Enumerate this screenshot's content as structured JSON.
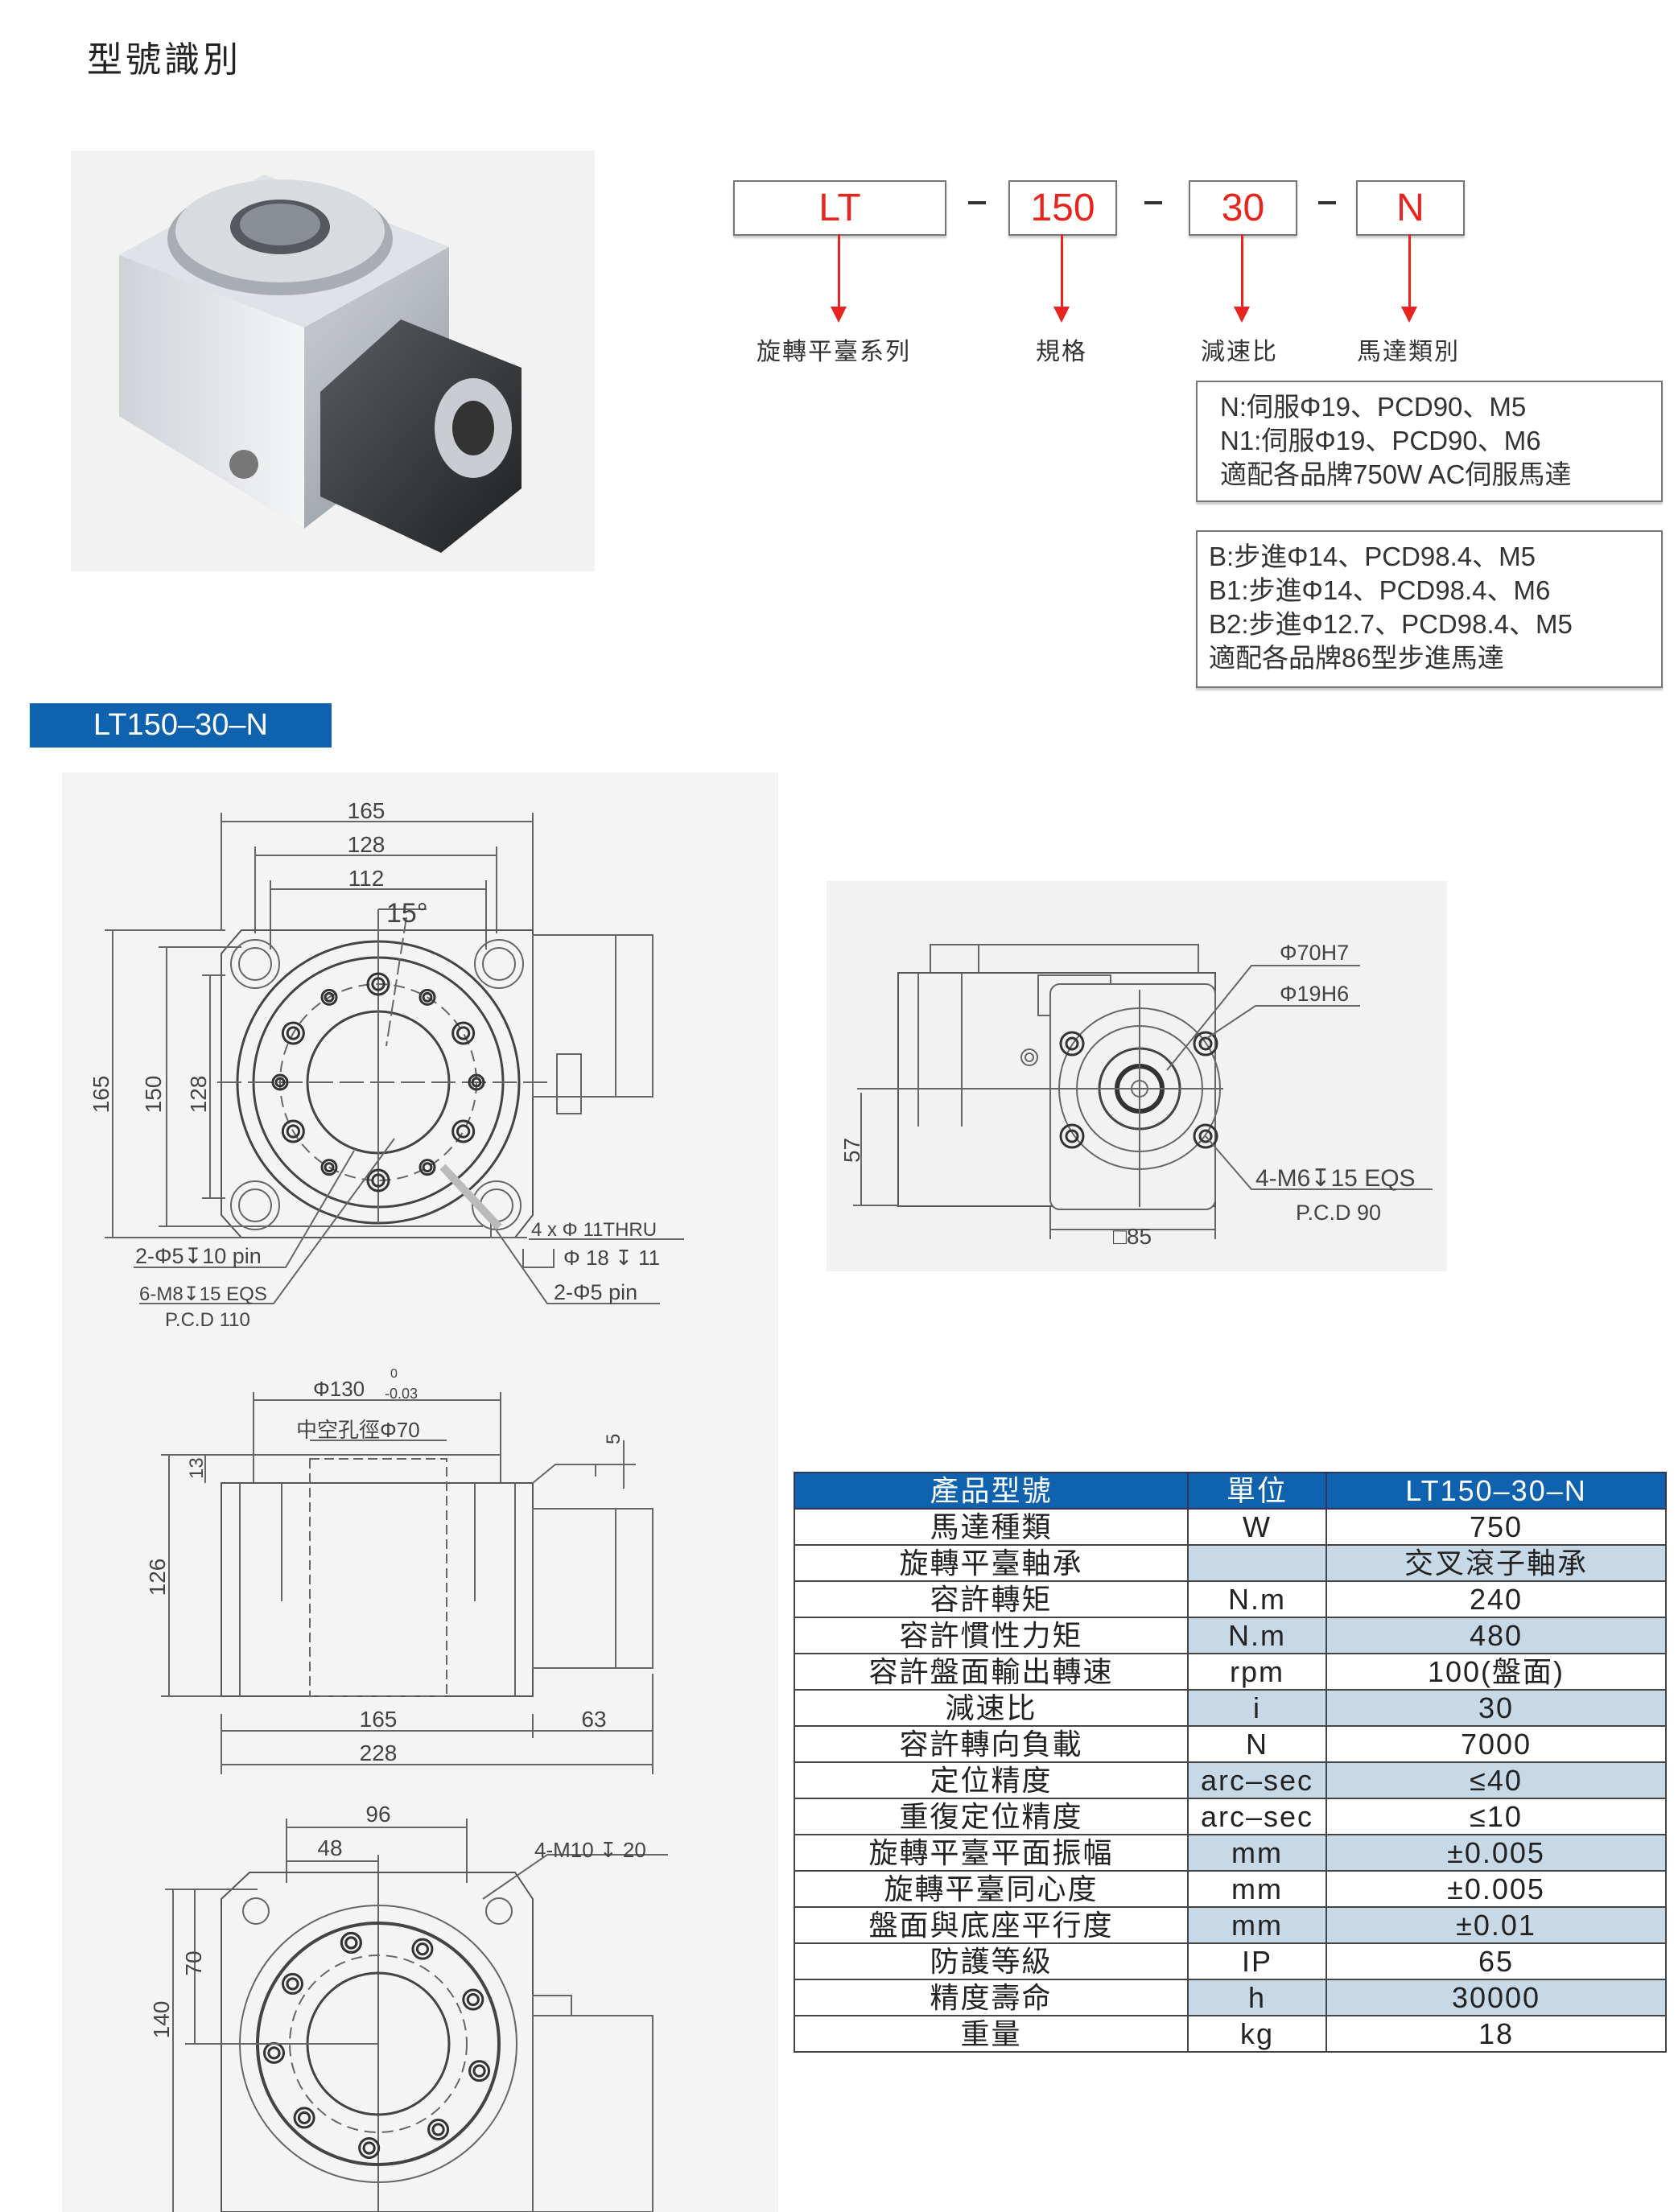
{
  "title": "型號識別",
  "model_code": {
    "segments": [
      "LT",
      "150",
      "30",
      "N"
    ],
    "separator": "–",
    "labels": [
      "旋轉平臺系列",
      "規格",
      "減速比",
      "馬達類別"
    ]
  },
  "servo_note": [
    "N:伺服Φ19、PCD90、M5",
    "N1:伺服Φ19、PCD90、M6",
    "適配各品牌750W AC伺服馬達"
  ],
  "stepper_note": [
    "B:步進Φ14、PCD98.4、M5",
    "B1:步進Φ14、PCD98.4、M6",
    "B2:步進Φ12.7、PCD98.4、M5",
    "適配各品牌86型步進馬達"
  ],
  "model_tag": "LT150–30–N",
  "drawing_top": {
    "dim_165_h": "165",
    "dim_128_h": "128",
    "dim_112": "112",
    "angle": "15°",
    "dim_165_v": "165",
    "dim_150": "150",
    "dim_128_v": "128",
    "pin_note": "2-Φ5↧10 pin",
    "tap_note": "6-M8↧15 EQS",
    "tap_pcd": "P.C.D 110",
    "thru_note": "4 x Φ 11THRU",
    "cbore_note": "Φ 18 ↧ 11",
    "pin2_note": "2-Φ5 pin"
  },
  "drawing_side": {
    "dia130": "Φ130",
    "tol_upper": "0",
    "tol_lower": "-0.03",
    "hollow": "中空孔徑Φ70",
    "dim_5": "5",
    "dim_13": "13",
    "dim_126": "126",
    "dim_165": "165",
    "dim_63": "63",
    "dim_228": "228"
  },
  "drawing_bottom": {
    "dim_96": "96",
    "dim_48": "48",
    "tap_note": "4-M10 ↧ 20",
    "dim_140": "140",
    "dim_70": "70"
  },
  "drawing_motor": {
    "dia70": "Φ70H7",
    "dia19": "Φ19H6",
    "tap_note": "4-M6↧15 EQS",
    "pcd": "P.C.D 90",
    "dim_57": "57",
    "dim_85": "□85"
  },
  "spec_table": {
    "headers": [
      "產品型號",
      "單位",
      "LT150–30–N"
    ],
    "rows": [
      [
        "馬達種類",
        "W",
        "750"
      ],
      [
        "旋轉平臺軸承",
        "",
        "交叉滾子軸承"
      ],
      [
        "容許轉矩",
        "N.m",
        "240"
      ],
      [
        "容許慣性力矩",
        "N.m",
        "480"
      ],
      [
        "容許盤面輸出轉速",
        "rpm",
        "100(盤面)"
      ],
      [
        "減速比",
        "i",
        "30"
      ],
      [
        "容許轉向負載",
        "N",
        "7000"
      ],
      [
        "定位精度",
        "arc–sec",
        "≤40"
      ],
      [
        "重復定位精度",
        "arc–sec",
        "≤10"
      ],
      [
        "旋轉平臺平面振幅",
        "mm",
        "±0.005"
      ],
      [
        "旋轉平臺同心度",
        "mm",
        "±0.005"
      ],
      [
        "盤面與底座平行度",
        "mm",
        "±0.01"
      ],
      [
        "防護等級",
        "IP",
        "65"
      ],
      [
        "精度壽命",
        "h",
        "30000"
      ],
      [
        "重量",
        "kg",
        "18"
      ]
    ]
  },
  "colors": {
    "accent_blue": "#0f62ad",
    "code_red": "#e8241f",
    "row_shade": "#c7d9e7"
  }
}
